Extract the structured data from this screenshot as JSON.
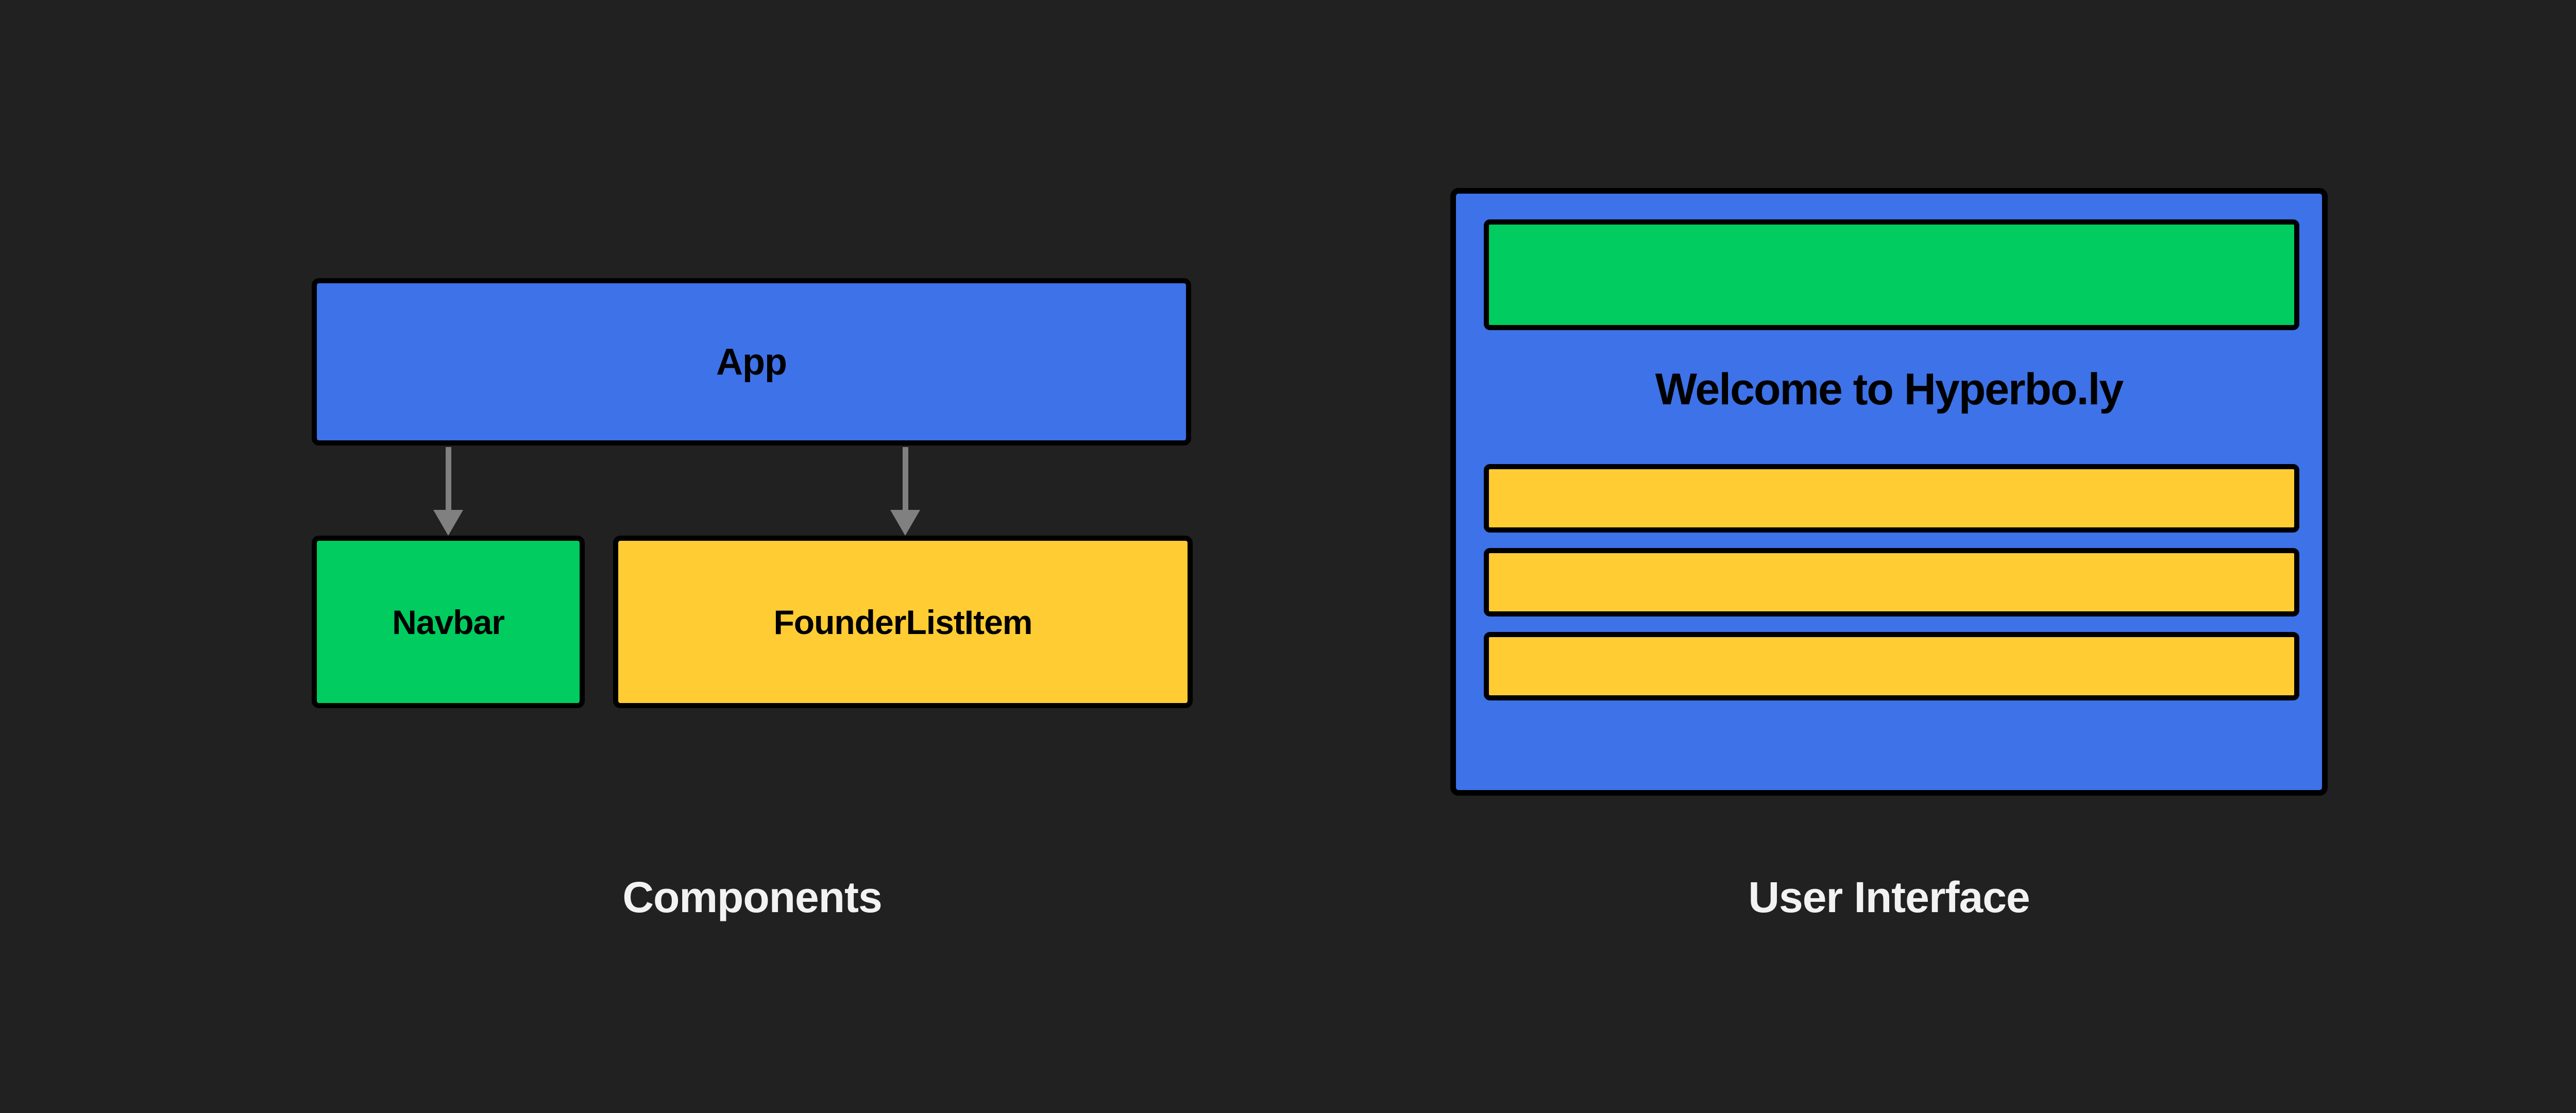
{
  "theme": {
    "background": "#212121",
    "blue": "#3D72E8",
    "green": "#00CC5F",
    "yellow": "#FFCC33",
    "border": "#000000",
    "arrow": "#808080",
    "caption_text": "#F2F2F2"
  },
  "components_panel": {
    "caption": "Components",
    "root": {
      "label": "App",
      "color": "#3D72E8"
    },
    "children": [
      {
        "label": "Navbar",
        "color": "#00CC5F"
      },
      {
        "label": "FounderListItem",
        "color": "#FFCC33"
      }
    ],
    "edges": [
      {
        "from": "App",
        "to": "Navbar",
        "icon": "arrow-down-icon"
      },
      {
        "from": "App",
        "to": "FounderListItem",
        "icon": "arrow-down-icon"
      }
    ]
  },
  "ui_panel": {
    "caption": "User Interface",
    "navbar": {
      "label": "",
      "color": "#00CC5F"
    },
    "heading": "Welcome to Hyperbo.ly",
    "list_items": [
      {
        "label": "",
        "color": "#FFCC33"
      },
      {
        "label": "",
        "color": "#FFCC33"
      },
      {
        "label": "",
        "color": "#FFCC33"
      }
    ]
  }
}
